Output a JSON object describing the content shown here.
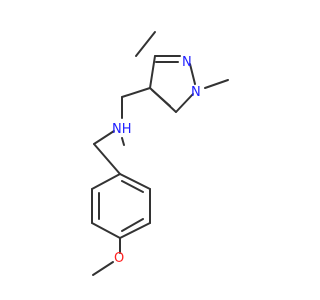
{
  "molecule": {
    "atoms": [
      {
        "id": "N1",
        "label": "N",
        "color": "#2020ff"
      },
      {
        "id": "N2",
        "label": "N",
        "color": "#2020ff"
      },
      {
        "id": "NH",
        "label": "NH",
        "color": "#2020ff"
      },
      {
        "id": "O1",
        "label": "O",
        "color": "#ff2020"
      }
    ],
    "bond_color": "#333333"
  }
}
